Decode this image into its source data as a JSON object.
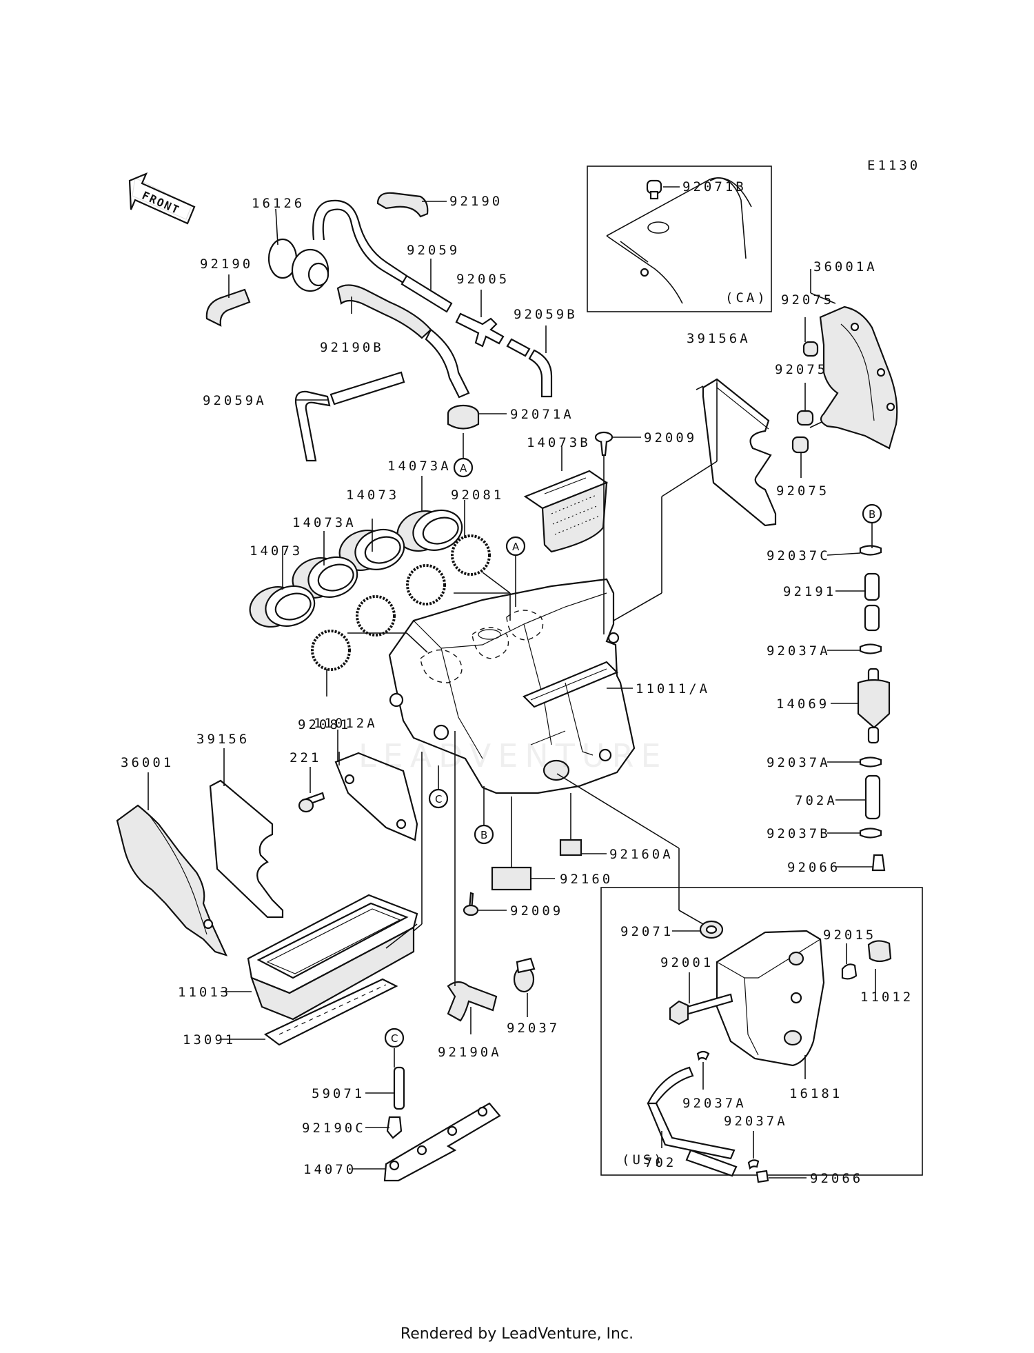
{
  "diagram_code": "E1130",
  "front_label": "FRONT",
  "box_ca_label": "(CA)",
  "box_us_label": "(US)",
  "footer": "Rendered by LeadVenture, Inc.",
  "watermark": "LEADVENTURE",
  "parts": {
    "p16126": "16126",
    "p92190_top": "92190",
    "p92190_left": "92190",
    "p92059": "92059",
    "p92005": "92005",
    "p92059B": "92059B",
    "p92190B": "92190B",
    "p92059A": "92059A",
    "p92071A": "92071A",
    "p92071B": "92071B",
    "p36001A": "36001A",
    "p92075_1": "92075",
    "p92075_2": "92075",
    "p92075_3": "92075",
    "p39156A": "39156A",
    "p92009_top": "92009",
    "p14073B": "14073B",
    "p14073A_1": "14073A",
    "p14073_1": "14073",
    "p92081_1": "92081",
    "p14073A_2": "14073A",
    "p14073_2": "14073",
    "p92081_2": "92081",
    "p92037C": "92037C",
    "p92191": "92191",
    "p92037A_1": "92037A",
    "p11011A": "11011/A",
    "p14069": "14069",
    "p11012A": "11012A",
    "p39156": "39156",
    "p36001": "36001",
    "p221": "221",
    "p92037A_2": "92037A",
    "p702A": "702A",
    "p92037B": "92037B",
    "p92160A": "92160A",
    "p92066_1": "92066",
    "p92160": "92160",
    "p92009_bot": "92009",
    "p92071": "92071",
    "p92015": "92015",
    "p92001": "92001",
    "p11012": "11012",
    "p11013": "11013",
    "p92037": "92037",
    "p13091": "13091",
    "p92190A": "92190A",
    "p92037A_3": "92037A",
    "p16181": "16181",
    "p59071": "59071",
    "p92037A_4": "92037A",
    "p92190C": "92190C",
    "p702": "702",
    "p92066_2": "92066",
    "p14070": "14070"
  },
  "callouts": {
    "A1": "A",
    "A2": "A",
    "B1": "B",
    "B2": "B",
    "C1": "C",
    "C2": "C"
  }
}
